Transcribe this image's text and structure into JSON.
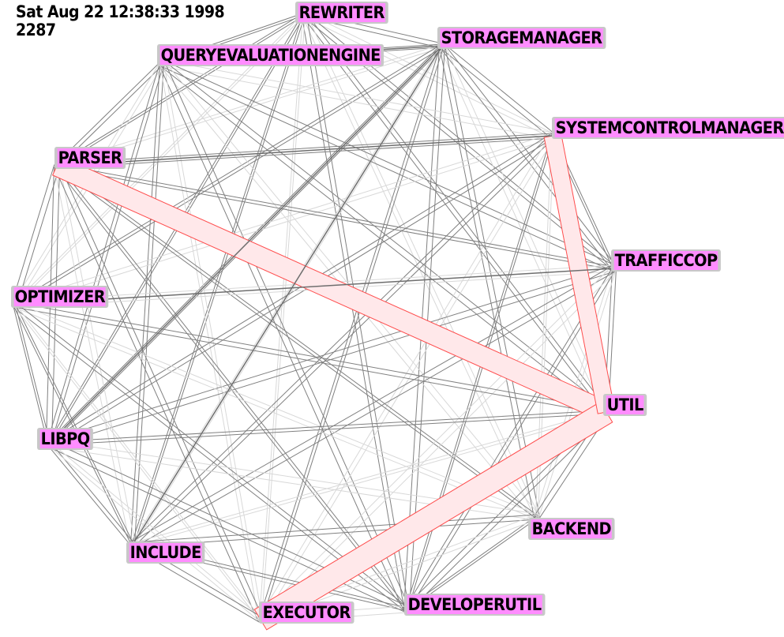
{
  "header": {
    "line1": "Sat Aug 22 12:38:33 1998",
    "line2": "2287"
  },
  "colors": {
    "edge": "#808080",
    "edge_light": "#d8d8d8",
    "highlight_fill": "#ffe8ea",
    "highlight_stroke": "#ff4d4d",
    "label_bg": "#c8c8c8",
    "label_text_bg": "#ff8cff"
  },
  "nodes": [
    {
      "id": "rewriter",
      "label": "REWRITER"
    },
    {
      "id": "storagemanager",
      "label": "STORAGEMANAGER"
    },
    {
      "id": "queryevaluationengine",
      "label": "QUERYEVALUATIONENGINE"
    },
    {
      "id": "systemcontrolmanager",
      "label": "SYSTEMCONTROLMANAGER"
    },
    {
      "id": "parser",
      "label": "PARSER"
    },
    {
      "id": "trafficcop",
      "label": "TRAFFICCOP"
    },
    {
      "id": "optimizer",
      "label": "OPTIMIZER"
    },
    {
      "id": "util",
      "label": "UTIL"
    },
    {
      "id": "libpq",
      "label": "LIBPQ"
    },
    {
      "id": "backend",
      "label": "BACKEND"
    },
    {
      "id": "include",
      "label": "INCLUDE"
    },
    {
      "id": "developerutil",
      "label": "DEVELOPERUTIL"
    },
    {
      "id": "executor",
      "label": "EXECUTOR"
    }
  ]
}
